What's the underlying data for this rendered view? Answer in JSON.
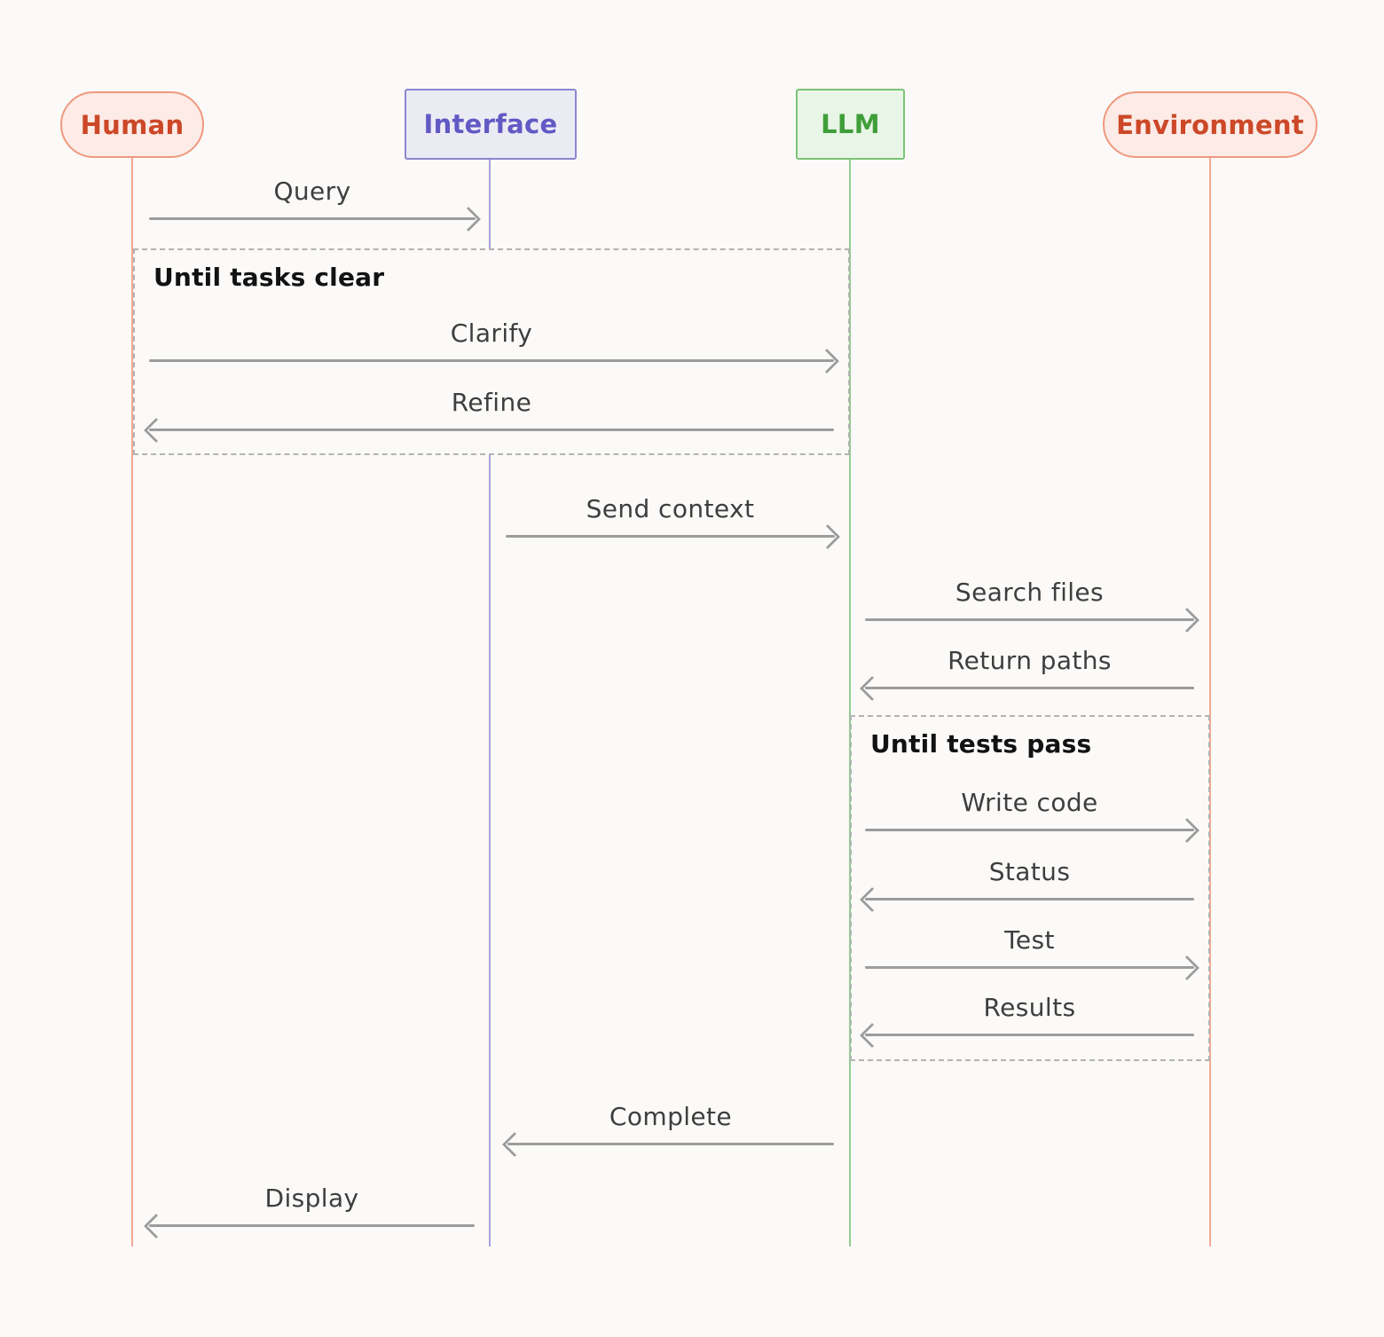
{
  "diagram": {
    "type": "sequence-diagram",
    "actors": [
      {
        "label": "Human",
        "shape": "pill",
        "text_color": "#cc4828",
        "border_color": "#f0997f",
        "bg_color": "#fcebe6",
        "lifeline_color": "#f6a793"
      },
      {
        "label": "Interface",
        "shape": "rect",
        "text_color": "#6159c4",
        "border_color": "#8d86cf",
        "bg_color": "#ebebf4",
        "lifeline_color": "#a8a1db"
      },
      {
        "label": "LLM",
        "shape": "rect",
        "text_color": "#3f9e3a",
        "border_color": "#7cc477",
        "bg_color": "#e9f5e7",
        "lifeline_color": "#92ca8e"
      },
      {
        "label": "Environment",
        "shape": "pill",
        "text_color": "#cc4828",
        "border_color": "#f0997f",
        "bg_color": "#fcebe6",
        "lifeline_color": "#f6a793"
      }
    ],
    "loops": [
      {
        "title": "Until tasks clear",
        "spans": [
          "Human",
          "LLM"
        ]
      },
      {
        "title": "Until tests pass",
        "spans": [
          "LLM",
          "Environment"
        ]
      }
    ],
    "messages": [
      {
        "label": "Query",
        "from": "Human",
        "to": "Interface",
        "loop": null
      },
      {
        "label": "Clarify",
        "from": "Human",
        "to": "LLM",
        "loop": "Until tasks clear"
      },
      {
        "label": "Refine",
        "from": "LLM",
        "to": "Human",
        "loop": "Until tasks clear"
      },
      {
        "label": "Send context",
        "from": "Interface",
        "to": "LLM",
        "loop": null
      },
      {
        "label": "Search files",
        "from": "LLM",
        "to": "Environment",
        "loop": null
      },
      {
        "label": "Return paths",
        "from": "Environment",
        "to": "LLM",
        "loop": null
      },
      {
        "label": "Write code",
        "from": "LLM",
        "to": "Environment",
        "loop": "Until tests pass"
      },
      {
        "label": "Status",
        "from": "Environment",
        "to": "LLM",
        "loop": "Until tests pass"
      },
      {
        "label": "Test",
        "from": "LLM",
        "to": "Environment",
        "loop": "Until tests pass"
      },
      {
        "label": "Results",
        "from": "Environment",
        "to": "LLM",
        "loop": "Until tests pass"
      },
      {
        "label": "Complete",
        "from": "LLM",
        "to": "Interface",
        "loop": null
      },
      {
        "label": "Display",
        "from": "Interface",
        "to": "Human",
        "loop": null
      }
    ],
    "colors": {
      "background": "#fbfaf8",
      "arrow": "#9c9c9c",
      "loop_border": "#b3b3b3",
      "message_text": "#3e3e3e",
      "loop_title_text": "#121212"
    }
  }
}
